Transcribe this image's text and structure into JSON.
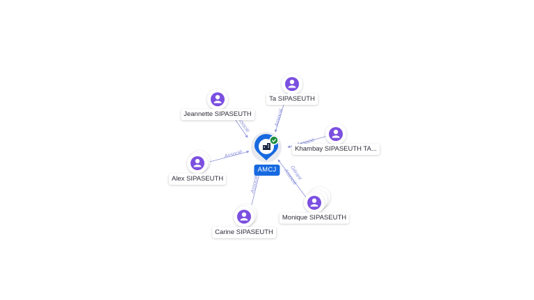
{
  "center": {
    "label": "AMCJ",
    "icon": "building-icon",
    "badge": "check-badge-icon",
    "color": "#1769e0",
    "badge_color": "#1e8e3e"
  },
  "edge_color": "#8a8fd8",
  "node_color": "#7b4fe0",
  "people": [
    {
      "id": "jeannette",
      "name": "Jeannette SIPASEUTH",
      "relation": "Associé",
      "stack": 1
    },
    {
      "id": "ta",
      "name": "Ta SIPASEUTH",
      "relation": "Associé",
      "stack": 1
    },
    {
      "id": "khambay",
      "name": "Khambay SIPASEUTH TA...",
      "relation": "Associé",
      "stack": 1
    },
    {
      "id": "alex",
      "name": "Alex SIPASEUTH",
      "relation": "Associé",
      "stack": 2
    },
    {
      "id": "carine",
      "name": "Carine SIPASEUTH",
      "relation": "Associé",
      "stack": 2
    },
    {
      "id": "monique",
      "name": "Monique SIPASEUTH",
      "relation": "Gérant Associé",
      "relation_lines": [
        "Gérant",
        "Associé"
      ],
      "stack": 3
    }
  ]
}
